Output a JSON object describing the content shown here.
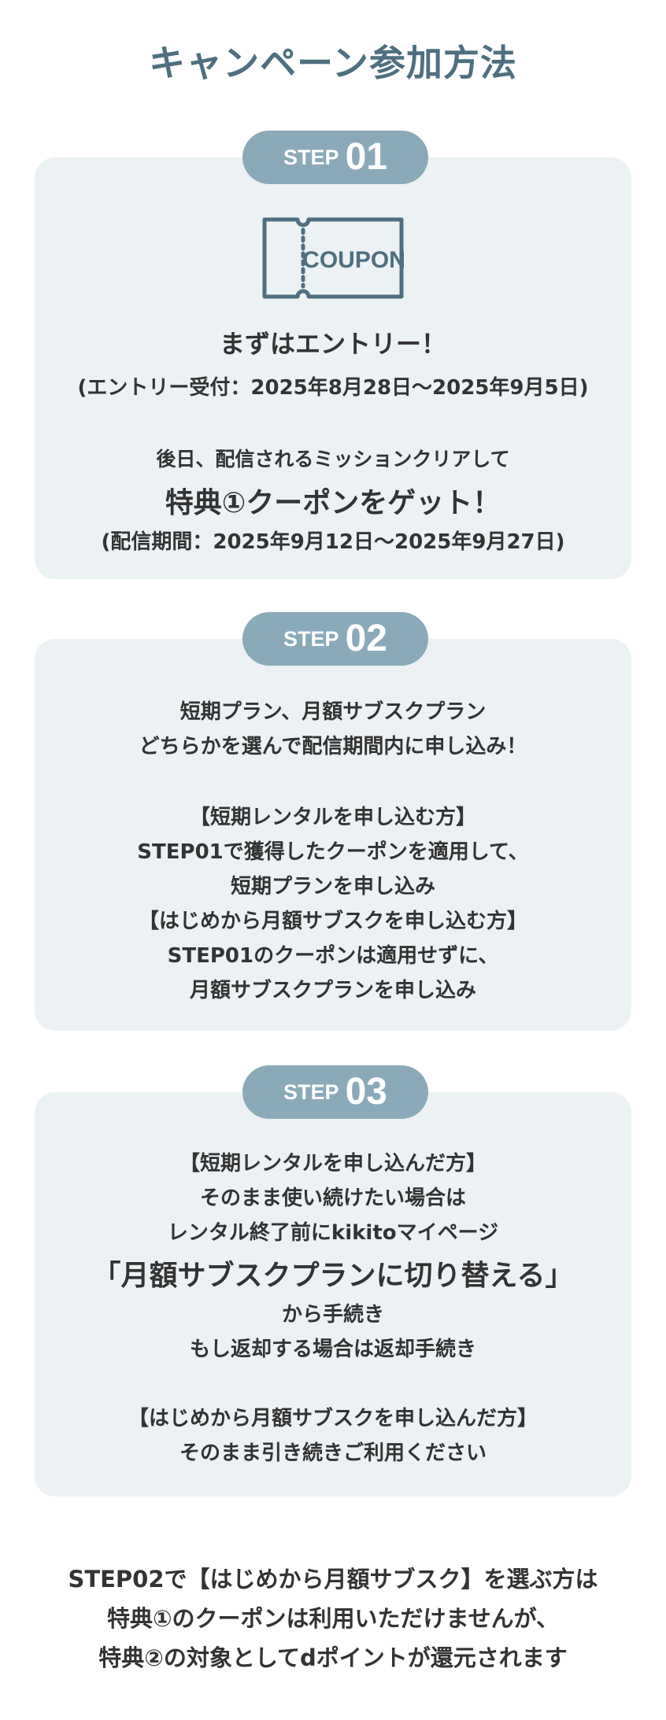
{
  "page": {
    "title": "キャンペーン参加方法"
  },
  "colors": {
    "title": "#4e6f7f",
    "card_bg": "#ecf1f4",
    "badge_bg": "#8aaab9",
    "badge_text": "#ffffff",
    "body_text": "#333333"
  },
  "step1": {
    "badge_word": "STEP",
    "badge_num": "01",
    "icon": "coupon-ticket-icon",
    "icon_label": "COUPON",
    "headline": "まずはエントリー！",
    "entry_period": "(エントリー受付：2025年8月28日～2025年9月5日)",
    "line1": "後日、配信されるミッションクリアして",
    "highlight": "特典①クーポンをゲット！",
    "delivery_period": "(配信期間：2025年9月12日～2025年9月27日)"
  },
  "step2": {
    "badge_word": "STEP",
    "badge_num": "02",
    "line1": "短期プラン、月額サブスクプラン",
    "line2": "どちらかを選んで配信期間内に申し込み！",
    "short_heading": "【短期レンタルを申し込む方】",
    "short_line1": "STEP01で獲得したクーポンを適用して、",
    "short_line2": "短期プランを申し込み",
    "sub_heading": "【はじめから月額サブスクを申し込む方】",
    "sub_line1": "STEP01のクーポンは適用せずに、",
    "sub_line2": "月額サブスクプランを申し込み"
  },
  "step3": {
    "badge_word": "STEP",
    "badge_num": "03",
    "short_heading": "【短期レンタルを申し込んだ方】",
    "line1": "そのまま使い続けたい場合は",
    "line2": "レンタル終了前にkikitoマイページ",
    "highlight": "「月額サブスクプランに切り替える」",
    "line3": "から手続き",
    "line4": "もし返却する場合は返却手続き",
    "sub_heading": "【はじめから月額サブスクを申し込んだ方】",
    "sub_line1": "そのまま引き続きご利用ください"
  },
  "footer": {
    "line1": "STEP02で【はじめから月額サブスク】を選ぶ方は",
    "line2": "特典①のクーポンは利用いただけませんが、",
    "line3": "特典②の対象としてdポイントが還元されます"
  }
}
